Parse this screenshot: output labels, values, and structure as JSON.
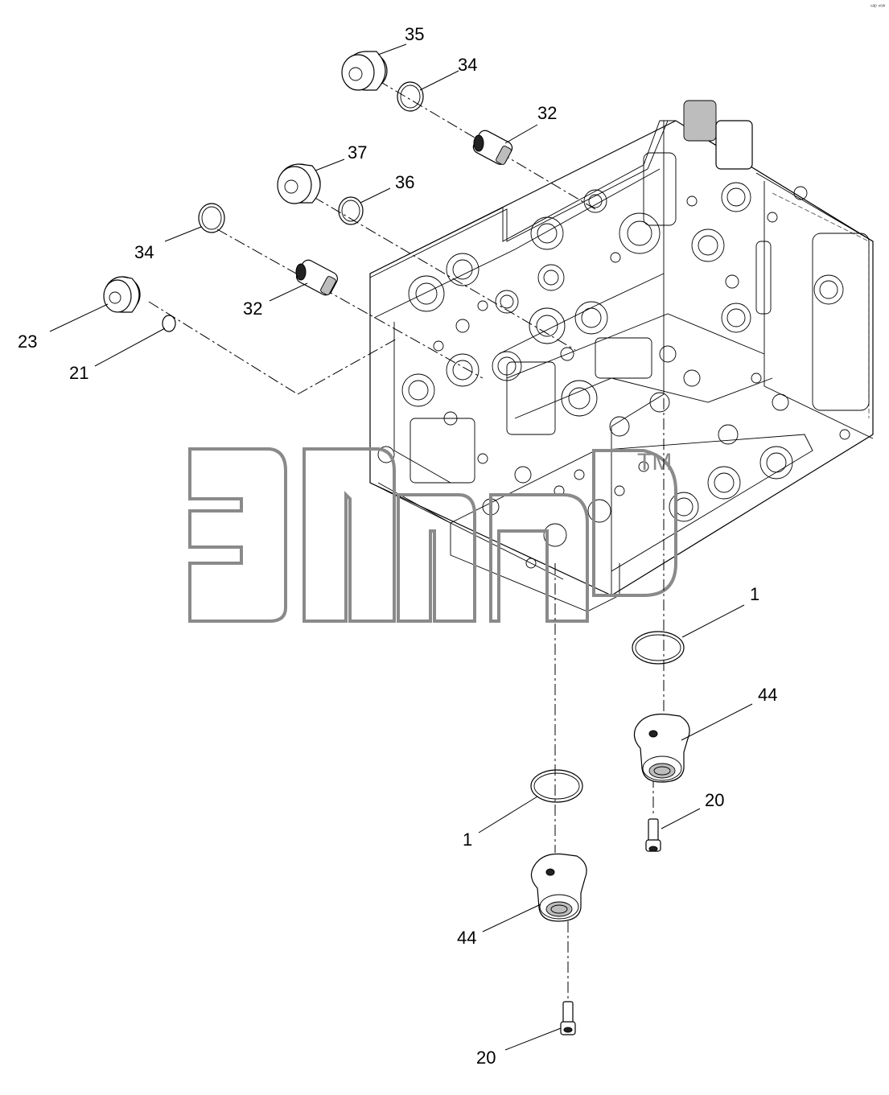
{
  "diagram": {
    "corner_mark": "ⁿᵃᵖ ⁿᵉʷ",
    "watermark": {
      "trademark": "TM"
    },
    "callouts": [
      {
        "id": "c35a",
        "text": "35"
      },
      {
        "id": "c34a",
        "text": "34"
      },
      {
        "id": "c32a",
        "text": "32"
      },
      {
        "id": "c37",
        "text": "37"
      },
      {
        "id": "c36",
        "text": "36"
      },
      {
        "id": "c34b",
        "text": "34"
      },
      {
        "id": "c32b",
        "text": "32"
      },
      {
        "id": "c23",
        "text": "23"
      },
      {
        "id": "c21",
        "text": "21"
      },
      {
        "id": "c1a",
        "text": "1"
      },
      {
        "id": "c44a",
        "text": "44"
      },
      {
        "id": "c20a",
        "text": "20"
      },
      {
        "id": "c1b",
        "text": "1"
      },
      {
        "id": "c44b",
        "text": "44"
      },
      {
        "id": "c20b",
        "text": "20"
      }
    ]
  }
}
